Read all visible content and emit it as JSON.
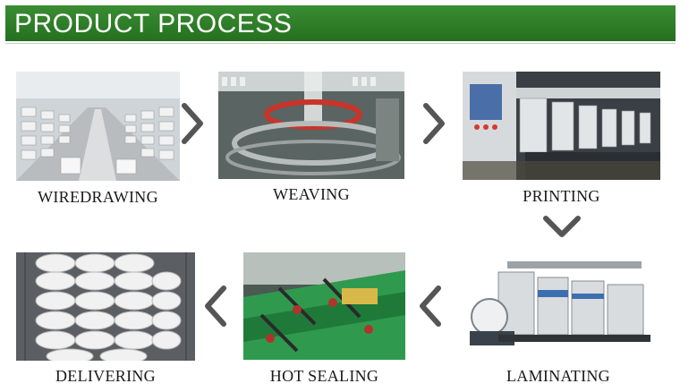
{
  "header": {
    "title": "PRODUCT PROCESS"
  },
  "steps": [
    {
      "label": "WIREDRAWING"
    },
    {
      "label": "WEAVING"
    },
    {
      "label": "PRINTING"
    },
    {
      "label": "LAMINATING"
    },
    {
      "label": "HOT  SEALING"
    },
    {
      "label": "DELIVERING"
    }
  ],
  "colors": {
    "banner": "#2e7d2a",
    "arrow": "#555555"
  },
  "icons": [
    "chevron-right-icon",
    "chevron-down-icon",
    "chevron-left-icon"
  ]
}
